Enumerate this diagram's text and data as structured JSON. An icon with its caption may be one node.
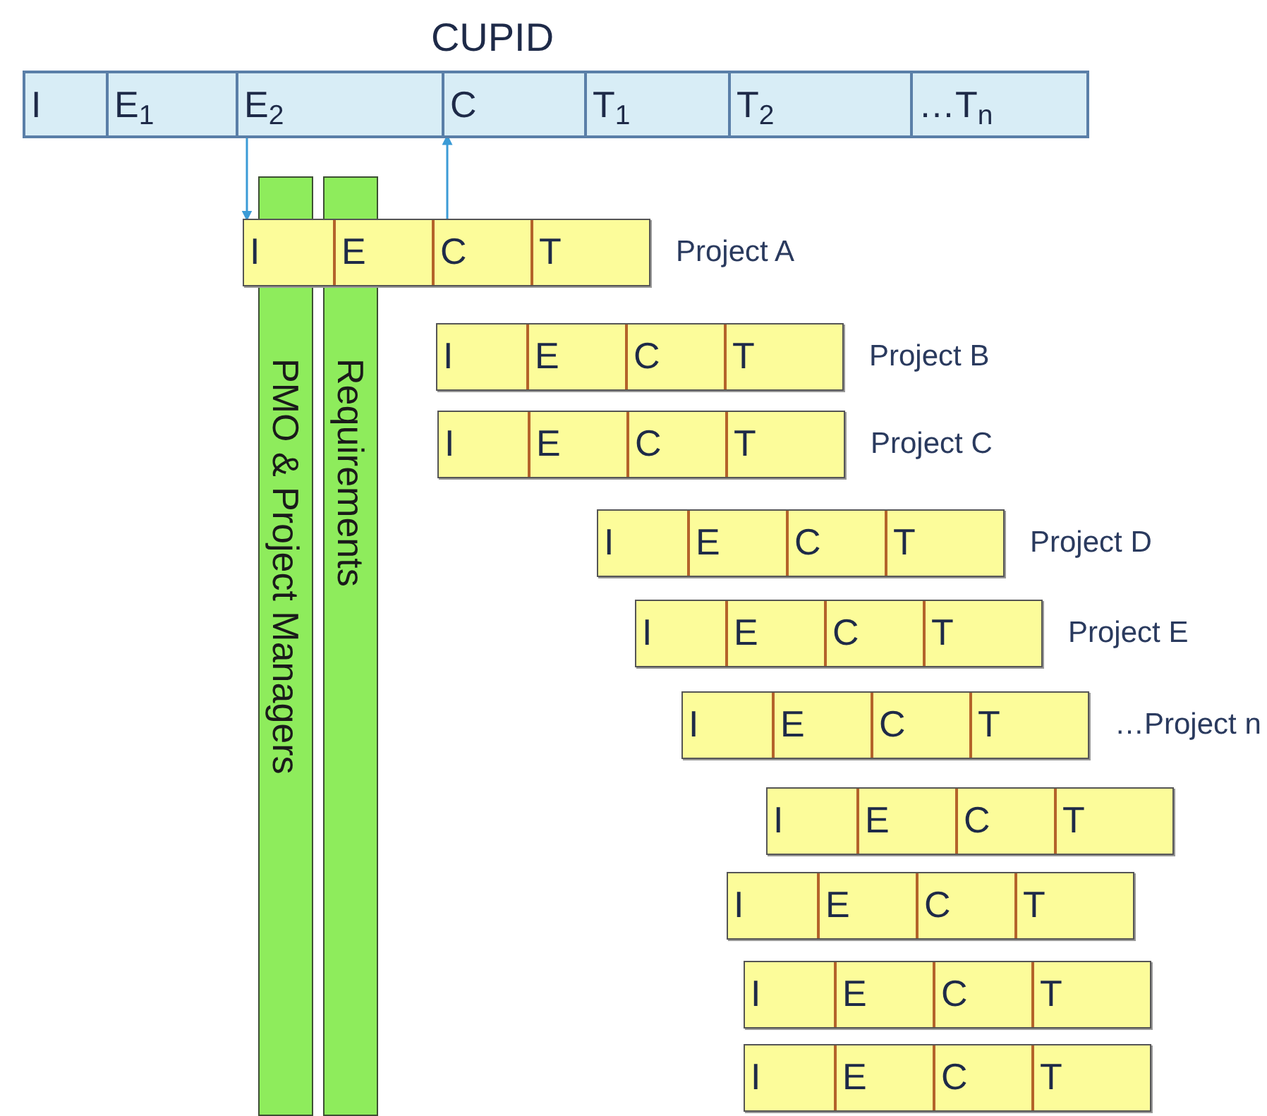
{
  "diagram": {
    "nodes": [
      {
        "text": [
          "CUPID"
        ]
      },
      {
        "text": [
          "I"
        ],
        "in": 0
      },
      {
        "text": [
          "E$_{1}$"
        ],
        "in": 0
      },
      {
        "text": [
          "E$_{2}$"
        ],
        "in": 0
      },
      {
        "text": [
          "C"
        ],
        "in": 0
      },
      {
        "text": [
          "T$_{1}$"
        ],
        "in": 0
      },
      {
        "text": [
          "T$_{2}$"
        ],
        "in": 0
      },
      {
        "text": [
          "…T$_{n}$"
        ],
        "in": 0
      },
      {
        "text": [
          "PMO & Project Managers"
        ]
      },
      {
        "text": [
          "Requirements"
        ]
      },
      {
        "text": [],
        "shape": "box",
        "beside": [
          "Project A"
        ]
      },
      {
        "text": [
          "I"
        ],
        "in": 10
      },
      {
        "text": [
          "E"
        ],
        "in": 10
      },
      {
        "text": [
          "C"
        ],
        "in": 10
      },
      {
        "text": [
          "T"
        ],
        "in": 10
      },
      {
        "text": [],
        "shape": "box",
        "beside": [
          "Project B"
        ]
      },
      {
        "text": [
          "I"
        ],
        "in": 15
      },
      {
        "text": [
          "E"
        ],
        "in": 15
      },
      {
        "text": [
          "C"
        ],
        "in": 15
      },
      {
        "text": [
          "T"
        ],
        "in": 15
      },
      {
        "text": [],
        "shape": "box",
        "beside": [
          "Project C"
        ]
      },
      {
        "text": [
          "I"
        ],
        "in": 20
      },
      {
        "text": [
          "E"
        ],
        "in": 20
      },
      {
        "text": [
          "C"
        ],
        "in": 20
      },
      {
        "text": [
          "T"
        ],
        "in": 20
      },
      {
        "text": [],
        "shape": "box",
        "beside": [
          "Project D"
        ]
      },
      {
        "text": [
          "I"
        ],
        "in": 25
      },
      {
        "text": [
          "E"
        ],
        "in": 25
      },
      {
        "text": [
          "C"
        ],
        "in": 25
      },
      {
        "text": [
          "T"
        ],
        "in": 25
      },
      {
        "text": [],
        "shape": "box",
        "beside": [
          "Project E"
        ]
      },
      {
        "text": [
          "I"
        ],
        "in": 30
      },
      {
        "text": [
          "E"
        ],
        "in": 30
      },
      {
        "text": [
          "C"
        ],
        "in": 30
      },
      {
        "text": [
          "T"
        ],
        "in": 30
      },
      {
        "text": [],
        "shape": "box",
        "beside": [
          "…Project n"
        ]
      },
      {
        "text": [
          "I"
        ],
        "in": 35
      },
      {
        "text": [
          "E"
        ],
        "in": 35
      },
      {
        "text": [
          "C"
        ],
        "in": 35
      },
      {
        "text": [
          "T"
        ],
        "in": 35
      },
      {
        "text": [],
        "shape": "box"
      },
      {
        "text": [
          "I"
        ],
        "in": 40
      },
      {
        "text": [
          "E"
        ],
        "in": 40
      },
      {
        "text": [
          "C"
        ],
        "in": 40
      },
      {
        "text": [
          "T"
        ],
        "in": 40
      },
      {
        "text": [],
        "shape": "box"
      },
      {
        "text": [
          "I"
        ],
        "in": 45
      },
      {
        "text": [
          "E"
        ],
        "in": 45
      },
      {
        "text": [
          "C"
        ],
        "in": 45
      },
      {
        "text": [
          "T"
        ],
        "in": 45
      },
      {
        "text": [],
        "shape": "box"
      },
      {
        "text": [
          "I"
        ],
        "in": 50
      },
      {
        "text": [
          "E"
        ],
        "in": 50
      },
      {
        "text": [
          "C"
        ],
        "in": 50
      },
      {
        "text": [
          "T"
        ],
        "in": 50
      },
      {
        "text": [],
        "shape": "box"
      },
      {
        "text": [
          "I"
        ],
        "in": 55
      },
      {
        "text": [
          "E"
        ],
        "in": 55
      },
      {
        "text": [
          "C"
        ],
        "in": 55
      },
      {
        "text": [
          "T"
        ],
        "in": 55
      }
    ],
    "edges": [
      {
        "from": 3,
        "to": 11,
        "arrow": "to"
      },
      {
        "from": 13,
        "to": 4,
        "arrow": "to"
      }
    ]
  }
}
